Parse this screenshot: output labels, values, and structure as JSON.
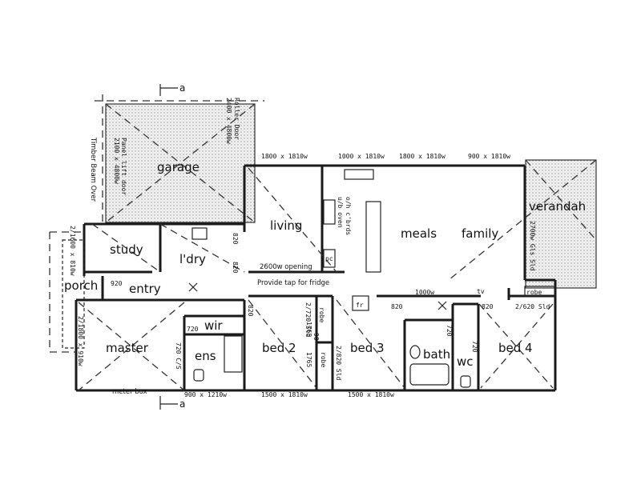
{
  "rooms": {
    "garage": "garage",
    "living": "living",
    "meals": "meals",
    "family": "family",
    "verandah": "verandah",
    "study": "study",
    "laundry": "l'dry",
    "porch": "porch",
    "entry": "entry",
    "master": "master",
    "wir": "wir",
    "ens": "ens",
    "bed2": "bed 2",
    "bed3": "bed 3",
    "bath": "bath",
    "wc": "wc",
    "bed4": "bed 4",
    "robe1": "robe",
    "robe2": "robe",
    "robe3": "robe"
  },
  "windows": {
    "w_top1": "1800 x 1810w",
    "w_top2": "1000 x 1810w",
    "w_top3": "1800 x 1810w",
    "w_top4": "900 x 1810w",
    "w_bot1": "900 x 1210w",
    "w_bot2": "1500 x 1810w",
    "w_bot3": "1500 x 1810w",
    "w_mid": "1000w"
  },
  "doors": {
    "d_garage_roller": "2400 x 4800w",
    "d_garage_roller2": "Roller Door",
    "d_garage_panel": "2100 x 4800w",
    "d_garage_panel2": "Panel lift door",
    "d_820_a": "820",
    "d_820_b": "820",
    "d_820_c": "820",
    "d_820_d": "820",
    "d_820_e": "820",
    "d_720_a": "720",
    "d_720_b": "720",
    "d_720_c": "720",
    "d_920": "920",
    "d_2720_sld": "2/720 Sld",
    "d_2820_sld": "2/820 Sld",
    "d_2620_sld": "2/620 Sld",
    "d_2700_gls": "2700w Gls Sld",
    "d_720_cs": "720 C/S",
    "d_2600_glass": "2/1600 x 810w",
    "d_21800_glass": "2/1800 x 910w"
  },
  "notes": {
    "opening": "2600w opening",
    "fridge_tap": "Provide tap for fridge",
    "meter_box": "meter box",
    "timber_beam": "Timber Beam Over",
    "uboven": "u/b oven",
    "ohcbds": "o/h c'brds",
    "tv": "tv",
    "pc": "pc",
    "fr": "fr",
    "dim1765a": "1765",
    "dim1765b": "1765",
    "dim90": "90"
  },
  "markers": {
    "section_top": "a",
    "section_bottom": "a"
  }
}
